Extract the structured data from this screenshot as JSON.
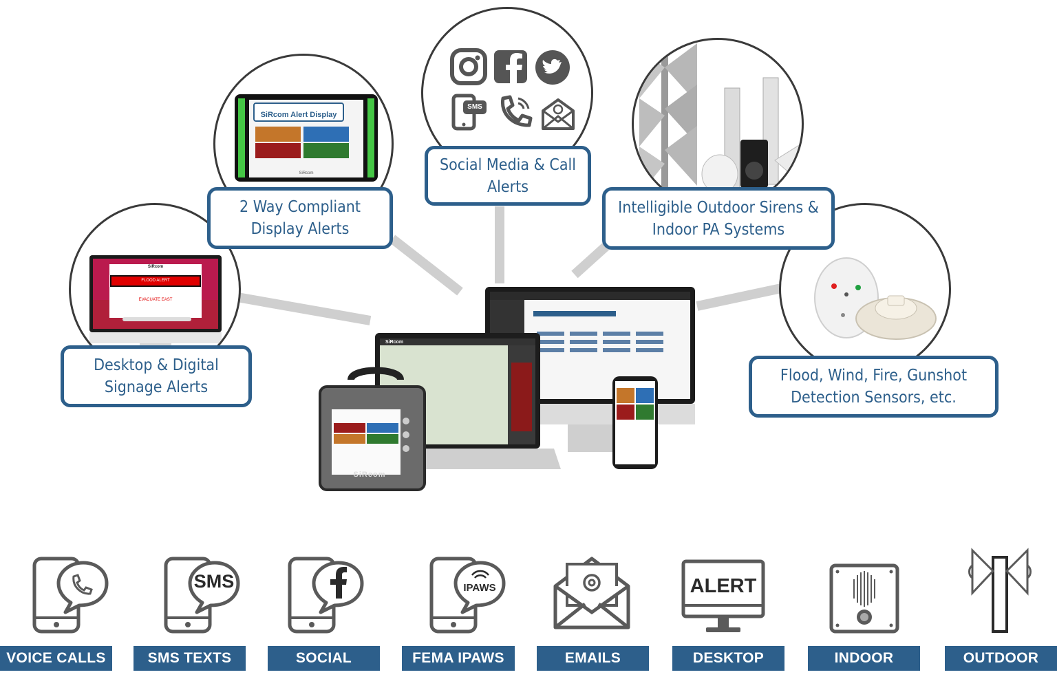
{
  "colors": {
    "brand_blue": "#2d5f8b",
    "connector_gray": "#cfcfcf",
    "icon_gray": "#5a5a5a",
    "alert_red": "#e00000"
  },
  "nodes": [
    {
      "id": "desktop",
      "lines": [
        "Desktop & Digital",
        "Signage Alerts"
      ]
    },
    {
      "id": "display",
      "lines": [
        "2 Way Compliant",
        "Display Alerts"
      ]
    },
    {
      "id": "social",
      "lines": [
        "Social Media & Call",
        "Alerts"
      ]
    },
    {
      "id": "sirens",
      "lines": [
        "Intelligible Outdoor Sirens &",
        "Indoor PA Systems"
      ]
    },
    {
      "id": "sensors",
      "lines": [
        "Flood, Wind, Fire, Gunshot",
        "Detection Sensors, etc."
      ]
    }
  ],
  "desktop_screen": {
    "brand": "SiRcom",
    "alert": "FLOOD ALERT",
    "message": "EVACUATE EAST"
  },
  "display_screen": {
    "title": "SiRcom Alert Display",
    "brand": "SiRcom"
  },
  "social_icons": [
    "instagram-icon",
    "facebook-icon",
    "twitter-icon",
    "sms-phone-icon",
    "phone-call-icon",
    "email-icon"
  ],
  "social_sms_text": "SMS",
  "devices": {
    "tablet_brand": "SiRcom",
    "laptop_brand": "SiRcom"
  },
  "bottom_icons": {
    "sms": "SMS",
    "ipaws": "IPAWS",
    "alert": "ALERT"
  },
  "bottom_labels": [
    "VOICE CALLS",
    "SMS TEXTS",
    "SOCIAL",
    "FEMA IPAWS",
    "EMAILS",
    "DESKTOP",
    "INDOOR",
    "OUTDOOR"
  ]
}
